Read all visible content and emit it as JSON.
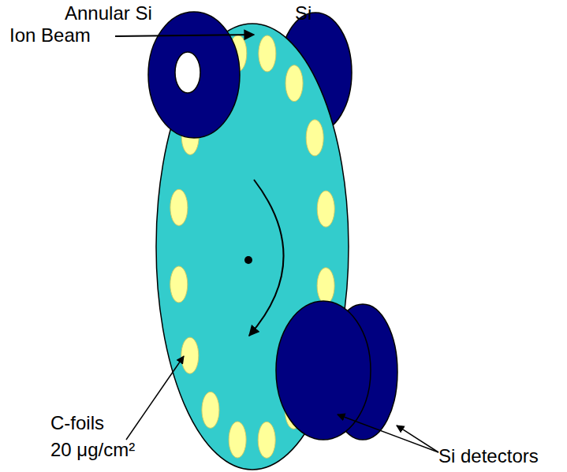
{
  "diagram": {
    "labels": [
      "Annular Si",
      "Si",
      "Ion Beam",
      "C-foils",
      "20 μg/cm²",
      "Si detectors"
    ]
  }
}
